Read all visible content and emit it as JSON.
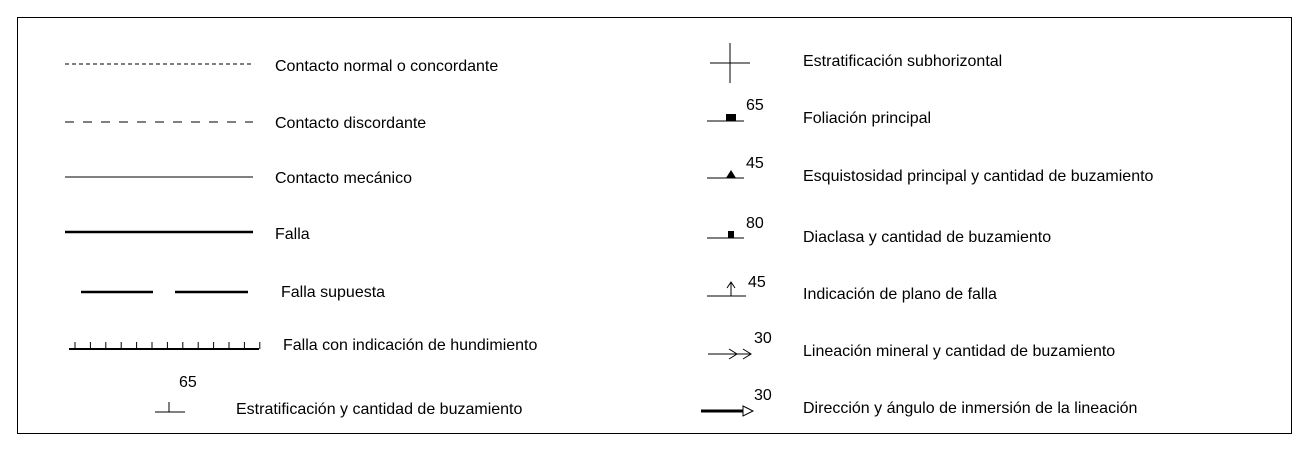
{
  "left_items": [
    {
      "symbol": "dotted-line-icon",
      "label": "Contacto normal o concordante"
    },
    {
      "symbol": "dashed-line-icon",
      "label": "Contacto discordante"
    },
    {
      "symbol": "thin-line-icon",
      "label": "Contacto mecánico"
    },
    {
      "symbol": "thick-line-icon",
      "label": "Falla"
    },
    {
      "symbol": "broken-thick-line-icon",
      "label": "Falla supuesta"
    },
    {
      "symbol": "ticked-line-icon",
      "label": "Falla con indicación de hundimiento"
    },
    {
      "symbol": "dip-symbol-icon",
      "label": "Estratificación y cantidad de buzamiento",
      "value": "65"
    }
  ],
  "right_items": [
    {
      "symbol": "cross-icon",
      "label": "Estratificación subhorizontal"
    },
    {
      "symbol": "square-foliation-icon",
      "label": "Foliación principal",
      "value": "65"
    },
    {
      "symbol": "triangle-schistosity-icon",
      "label": "Esquistosidad principal y cantidad de buzamiento",
      "value": "45"
    },
    {
      "symbol": "small-square-joint-icon",
      "label": "Diaclasa y cantidad de buzamiento",
      "value": "80"
    },
    {
      "symbol": "arrow-up-fault-plane-icon",
      "label": "Indicación de plano de falla",
      "value": "45"
    },
    {
      "symbol": "arrow-right-lineation-icon",
      "label": "Lineación mineral y cantidad de buzamiento",
      "value": "30"
    },
    {
      "symbol": "hollow-arrow-plunge-icon",
      "label": "Dirección y ángulo de inmersión de la lineación",
      "value": "30"
    }
  ]
}
